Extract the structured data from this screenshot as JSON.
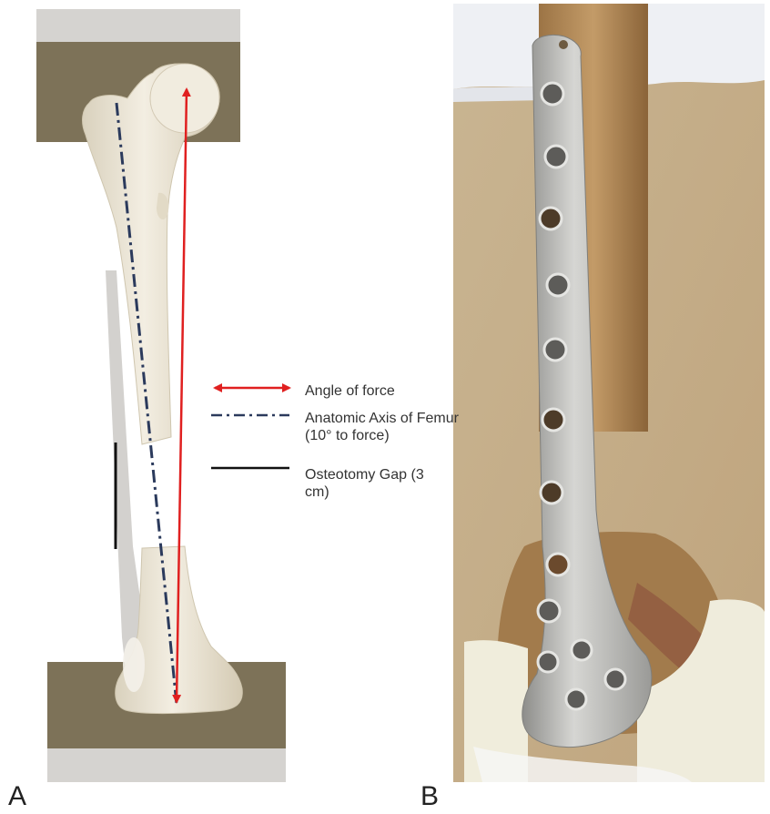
{
  "panels": {
    "a_label": "A",
    "b_label": "B"
  },
  "legend": {
    "force": "Angle of force",
    "axis": "Anatomic Axis of Femur (10° to force)",
    "gap": "Osteotomy Gap (3 cm)"
  },
  "colors": {
    "force_arrow": "#e02020",
    "anatomic_axis": "#2b3a5c",
    "osteotomy_gap": "#111111",
    "clamp_block": "#7d7258",
    "clamp_pad": "#d5d3d0",
    "bone": "#ece6d6",
    "plate": "#b7b7b4",
    "photo_background": "#c7b18e"
  }
}
